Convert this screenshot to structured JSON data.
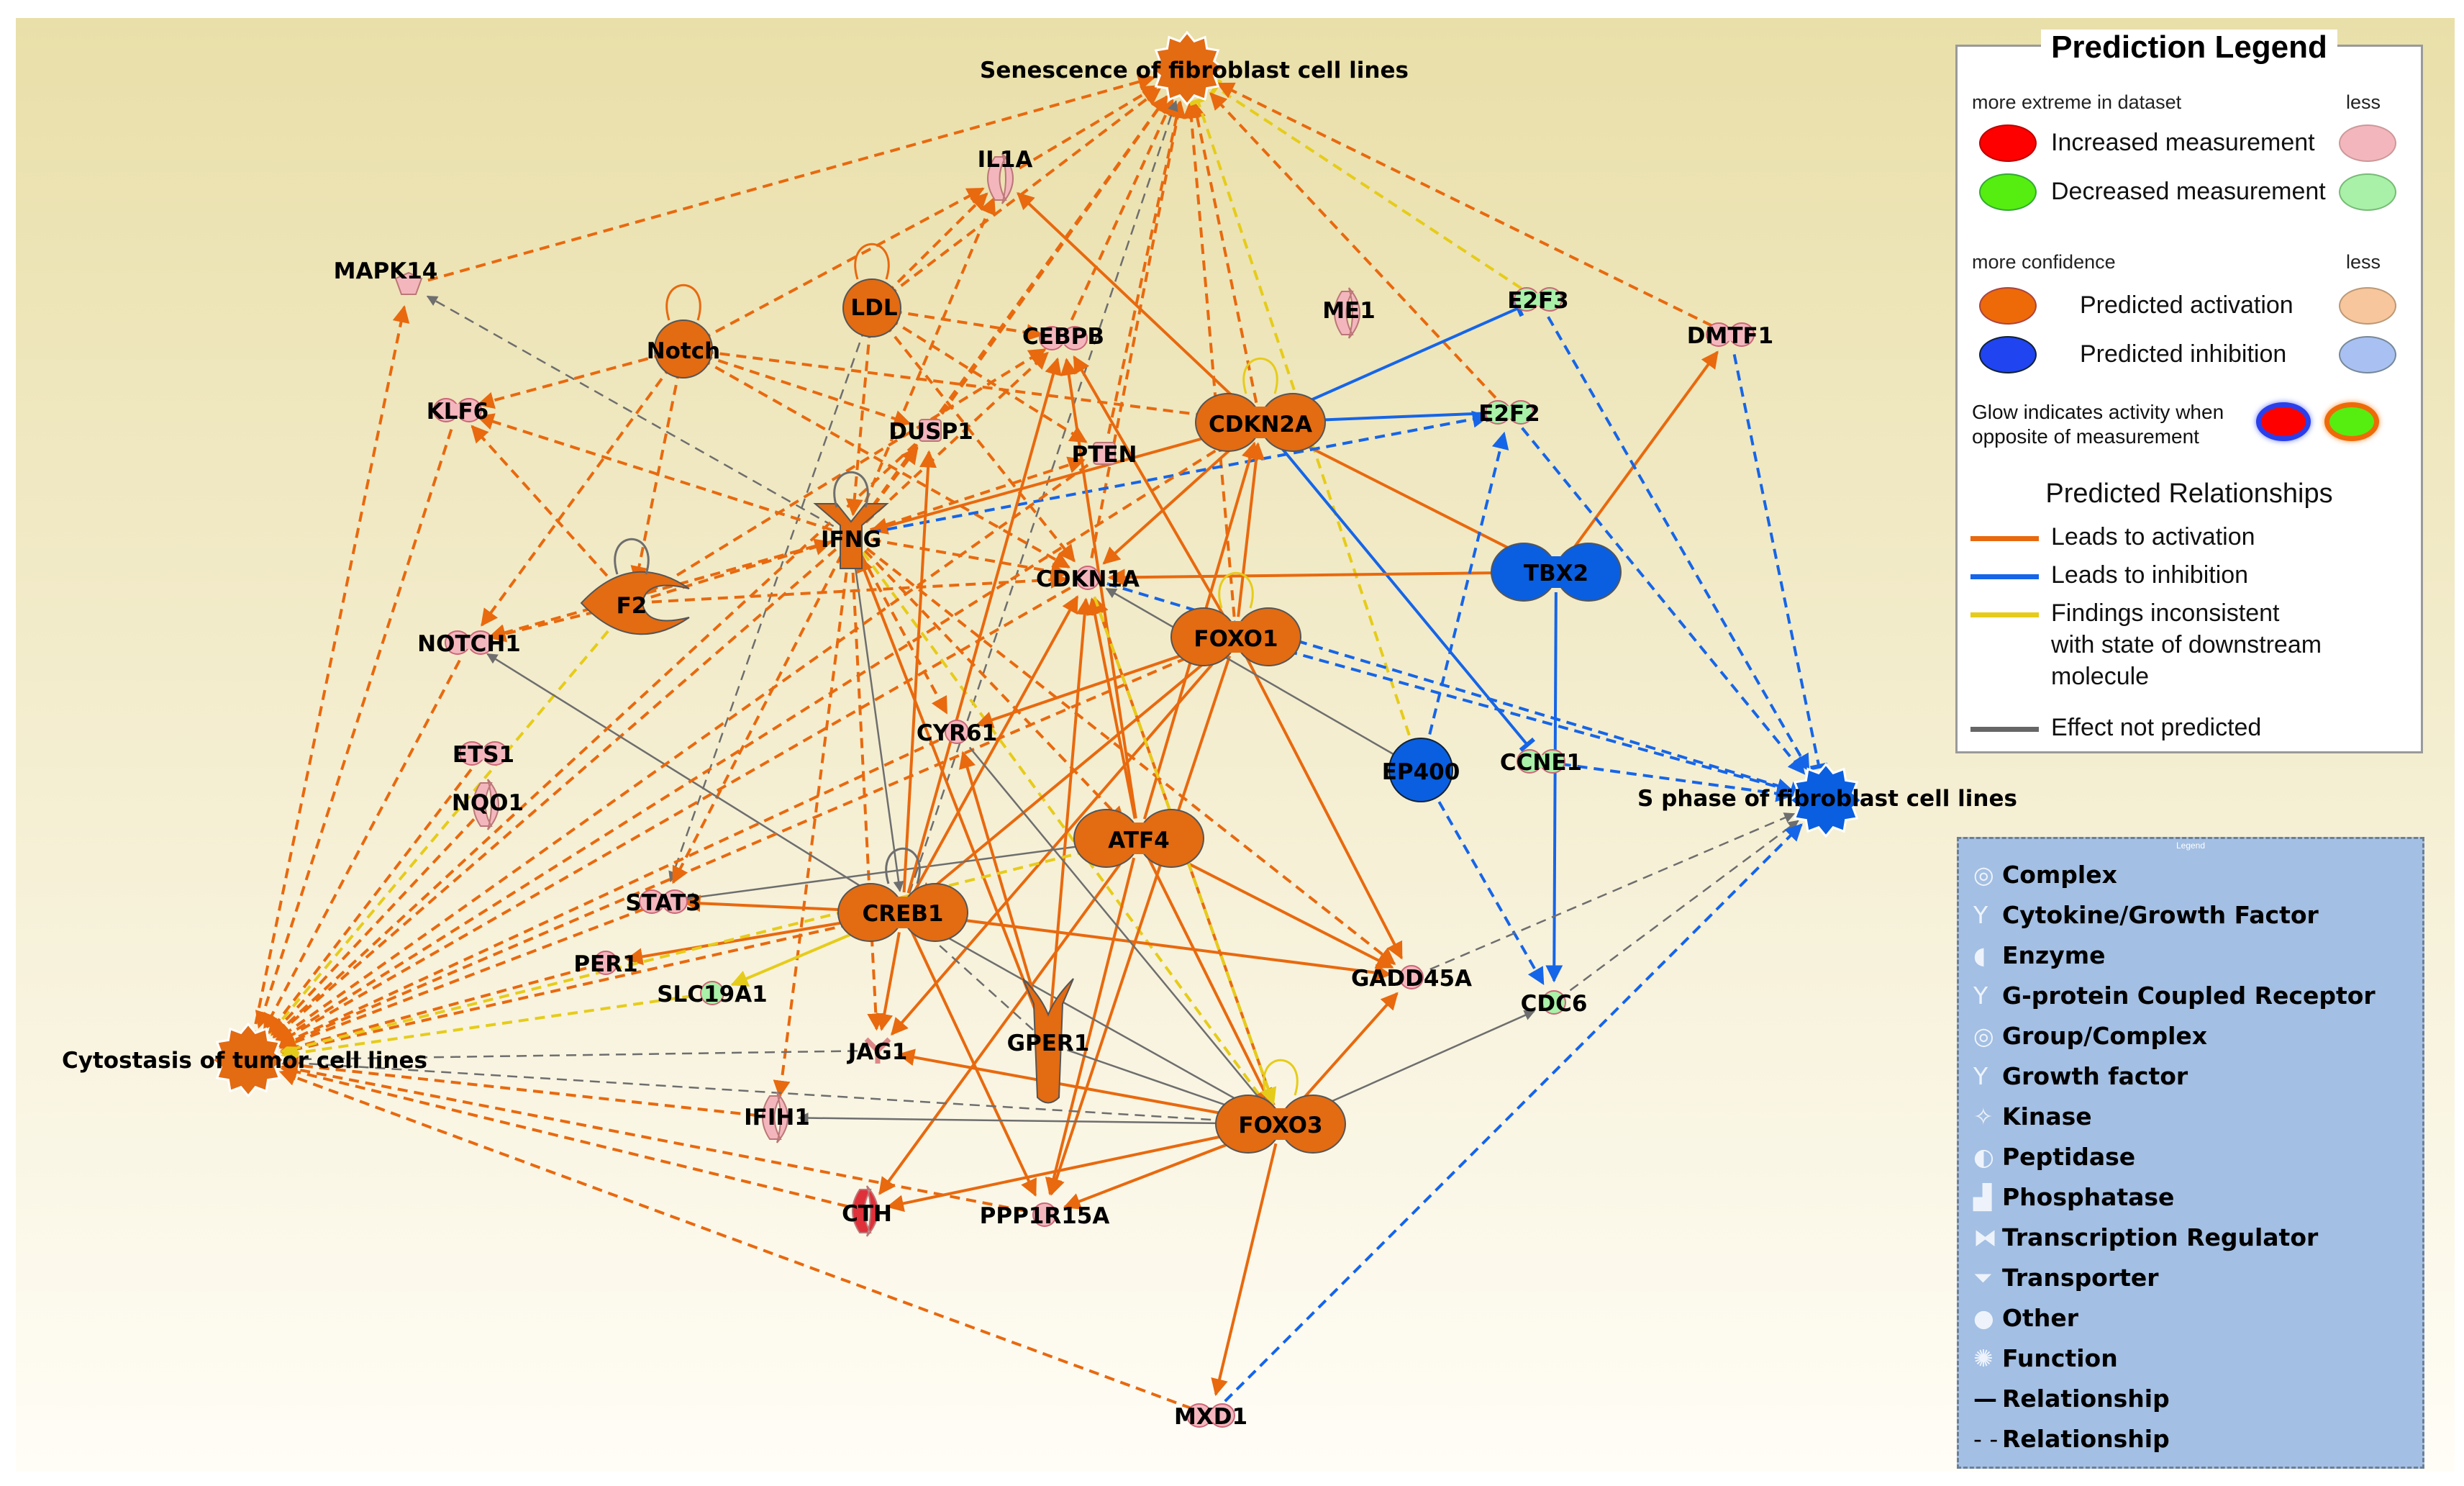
{
  "functions": {
    "senescence": "Senescence of fibroblast cell lines",
    "sphase": "S phase of fibroblast cell lines",
    "cytostasis": "Cytostasis of tumor cell lines"
  },
  "nodes": {
    "IL1A": "IL1A",
    "MAPK14": "MAPK14",
    "LDL": "LDL",
    "Notch": "Notch",
    "ME1": "ME1",
    "E2F3": "E2F3",
    "DMTF1": "DMTF1",
    "CEBPB": "CEBPB",
    "KLF6": "KLF6",
    "DUSP1": "DUSP1",
    "CDKN2A": "CDKN2A",
    "E2F2": "E2F2",
    "PTEN": "PTEN",
    "IFNG": "IFNG",
    "F2": "F2",
    "CDKN1A": "CDKN1A",
    "TBX2": "TBX2",
    "NOTCH1": "NOTCH1",
    "FOXO1": "FOXO1",
    "CYR61": "CYR61",
    "ETS1": "ETS1",
    "EP400": "EP400",
    "CCNE1": "CCNE1",
    "NQO1": "NQO1",
    "ATF4": "ATF4",
    "STAT3": "STAT3",
    "CREB1": "CREB1",
    "PER1": "PER1",
    "SLC19A1": "SLC19A1",
    "GADD45A": "GADD45A",
    "CDC6": "CDC6",
    "GPER1": "GPER1",
    "JAG1": "JAG1",
    "IFIH1": "IFIH1",
    "FOXO3": "FOXO3",
    "CTH": "CTH",
    "PPP1R15A": "PPP1R15A",
    "MXD1": "MXD1"
  },
  "prediction_legend": {
    "title": "Prediction Legend",
    "more_extreme": "more extreme in dataset",
    "less": "less",
    "increased": "Increased measurement",
    "decreased": "Decreased measurement",
    "more_confidence": "more confidence",
    "activation": "Predicted activation",
    "inhibition": "Predicted inhibition",
    "glow_line1": "Glow indicates activity when",
    "glow_line2": "opposite of measurement",
    "relationships_title": "Predicted Relationships",
    "rel_activation": "Leads to activation",
    "rel_inhibition": "Leads to inhibition",
    "rel_inconsistent_1": "Findings inconsistent",
    "rel_inconsistent_2": "with state of downstream",
    "rel_inconsistent_3": "molecule",
    "rel_not_predicted": "Effect not predicted"
  },
  "shape_legend": {
    "header": "Legend",
    "items": [
      "Complex",
      "Cytokine/Growth Factor",
      "Enzyme",
      "G-protein Coupled Receptor",
      "Group/Complex",
      "Growth factor",
      "Kinase",
      "Peptidase",
      "Phosphatase",
      "Transcription Regulator",
      "Transporter",
      "Other",
      "Function",
      "Relationship",
      "Relationship"
    ]
  },
  "colors": {
    "activation": "#e8690e",
    "inhibition": "#1565e8",
    "inconsistent": "#e6cc1a",
    "not_predicted": "#6e6e6e",
    "increased_light": "#f4b6bd",
    "decreased_light": "#a9f0a8",
    "inhibited_node": "#0a5fe0",
    "activated_node": "#e36b12"
  }
}
